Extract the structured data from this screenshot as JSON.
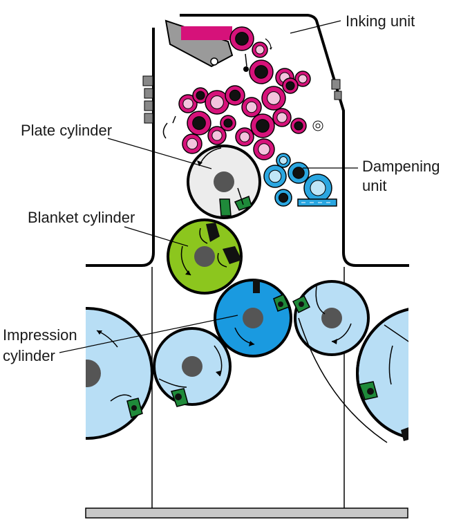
{
  "labels": {
    "inking_unit": "Inking unit",
    "plate_cylinder": "Plate cylinder",
    "dampening_unit_line1": "Dampening",
    "dampening_unit_line2": "unit",
    "blanket_cylinder": "Blanket cylinder",
    "impression_cylinder_line1": "Impression",
    "impression_cylinder_line2": "cylinder"
  },
  "colors": {
    "ink_rollers": "#d6127a",
    "ink_roller_inner": "#f3c3dd",
    "dampening_rollers": "#2aa6e0",
    "dampening_inner": "#bfe6f7",
    "plate_cylinder": "#ececec",
    "blanket_cylinder": "#8cc61e",
    "impression_cylinder": "#1a9ae0",
    "transfer_cylinders": "#b8def5",
    "gripper": "#1f8a3a",
    "hub": "#555555",
    "machine_frame": "#000000",
    "base_plate": "#c8c8c8"
  },
  "icons": [
    "rotation-arrow-icon",
    "gripper-icon"
  ]
}
